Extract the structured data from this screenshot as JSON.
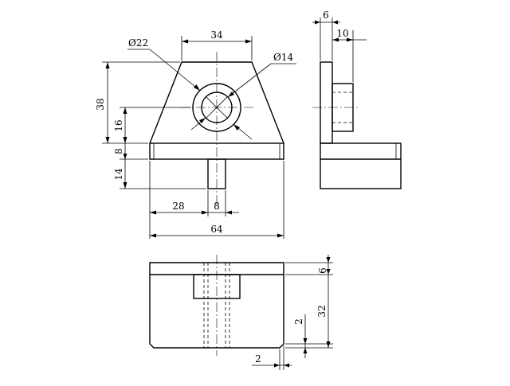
{
  "drawing": {
    "front_view": {
      "dim_top_width": "34",
      "dim_outer_diameter": "Ø22",
      "dim_inner_diameter": "Ø14",
      "dim_total_height": "38",
      "dim_center_height": "16",
      "dim_base_thickness": "8",
      "dim_pin_length": "14",
      "dim_pin_offset": "28",
      "dim_pin_width": "8",
      "dim_total_width": "64"
    },
    "side_view": {
      "dim_plate_thickness": "6",
      "dim_boss_depth": "10"
    },
    "top_view": {
      "dim_top_band": "6",
      "dim_depth": "32",
      "dim_chamfer_v": "2",
      "dim_chamfer_h": "2"
    }
  }
}
